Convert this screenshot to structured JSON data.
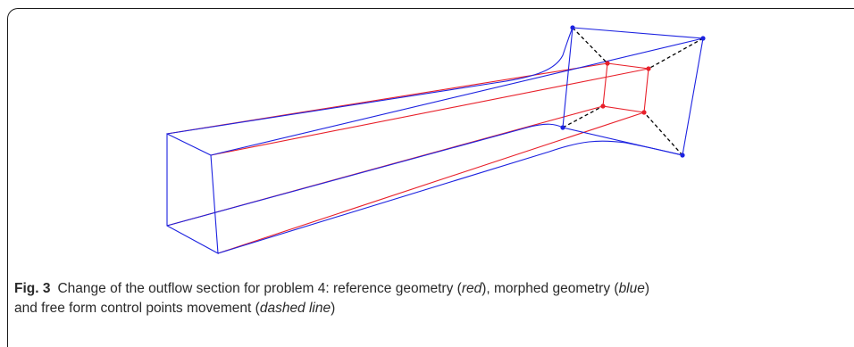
{
  "figure": {
    "caption": {
      "label": "Fig. 3",
      "t1": "Change of the outflow section for problem 4: reference geometry (",
      "e1": "red",
      "t2": "), morphed geometry (",
      "e2": "blue",
      "t3": ")",
      "t4": "and free form control points movement (",
      "e3": "dashed line",
      "t5": ")"
    },
    "colors": {
      "reference": "#e8202a",
      "morphed": "#1c22e0",
      "control_movement": "#000000",
      "frame": "#1a1a1a",
      "caption_text": "#2a2a2a"
    }
  }
}
